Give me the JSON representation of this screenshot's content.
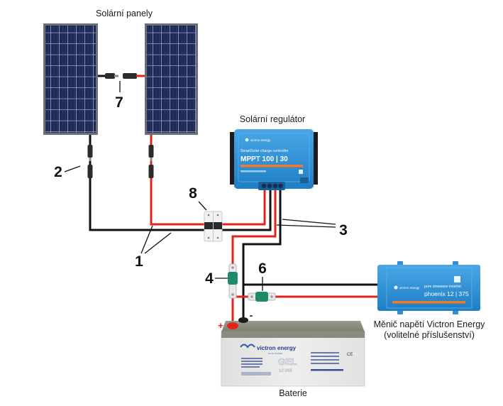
{
  "labels": {
    "solar_panels": "Solární panely",
    "solar_regulator": "Solární regulátor",
    "inverter_line1": "Měnič napětí Victron Energy",
    "inverter_line2": "(volitelné příslušenství)",
    "battery": "Baterie"
  },
  "callouts": {
    "c1": "1",
    "c2": "2",
    "c3": "3",
    "c4": "4",
    "c6": "6",
    "c7": "7",
    "c8": "8"
  },
  "polarity": {
    "plus": "+",
    "minus": "-"
  },
  "controller": {
    "brand": "victron energy",
    "series": "SmartSolar charge controller",
    "model": "MPPT 100 | 30"
  },
  "inverter": {
    "brand": "victron energy",
    "type": "pure sinewave inverter",
    "model": "phoenix 12 | 375"
  },
  "battery_device": {
    "brand": "victron energy",
    "tagline": "BLUE POWER",
    "chemistry": "GEL",
    "model": "12-265"
  },
  "colors": {
    "positive_wire": "#e0231d",
    "negative_wire": "#111111",
    "victron_blue": "#2d8fd5",
    "accent_orange": "#f07a2a",
    "fuse_green": "#1f8a6a",
    "panel_cells": "#1f2a57"
  }
}
